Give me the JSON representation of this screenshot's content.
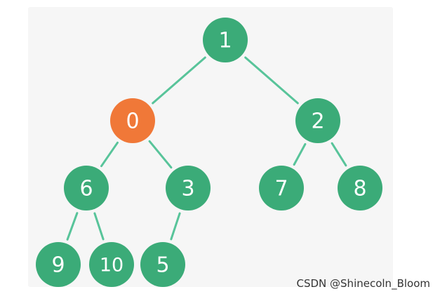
{
  "colors": {
    "node_default": "#3bab78",
    "node_highlight": "#f07838",
    "edge": "#58c49a",
    "background": "#f6f6f6"
  },
  "tree": {
    "nodes": [
      {
        "id": "n1",
        "label": "1",
        "highlight": false
      },
      {
        "id": "n0",
        "label": "0",
        "highlight": true
      },
      {
        "id": "n2",
        "label": "2",
        "highlight": false
      },
      {
        "id": "n6",
        "label": "6",
        "highlight": false
      },
      {
        "id": "n3",
        "label": "3",
        "highlight": false
      },
      {
        "id": "n7",
        "label": "7",
        "highlight": false
      },
      {
        "id": "n8",
        "label": "8",
        "highlight": false
      },
      {
        "id": "n9",
        "label": "9",
        "highlight": false
      },
      {
        "id": "n10",
        "label": "10",
        "highlight": false
      },
      {
        "id": "n5",
        "label": "5",
        "highlight": false
      }
    ],
    "edges": [
      {
        "from": "n1",
        "to": "n0"
      },
      {
        "from": "n1",
        "to": "n2"
      },
      {
        "from": "n0",
        "to": "n6"
      },
      {
        "from": "n0",
        "to": "n3"
      },
      {
        "from": "n2",
        "to": "n7"
      },
      {
        "from": "n2",
        "to": "n8"
      },
      {
        "from": "n6",
        "to": "n9"
      },
      {
        "from": "n6",
        "to": "n10"
      },
      {
        "from": "n3",
        "to": "n5"
      }
    ]
  },
  "watermark": "CSDN @Shinecoln_Bloom"
}
